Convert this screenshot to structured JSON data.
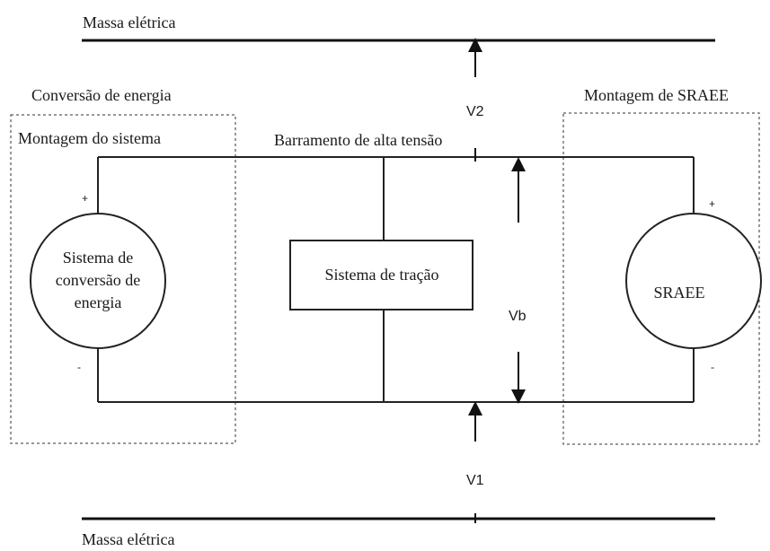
{
  "labels": {
    "ground_top": "Massa elétrica",
    "ground_bottom": "Massa elétrica",
    "conversion_group": "Conversão de energia",
    "system_assembly": "Montagem do sistema",
    "sraee_assembly": "Montagem de SRAEE",
    "hv_bus": "Barramento de alta tensão",
    "v2": "V2",
    "v1": "V1",
    "vb": "Vb",
    "traction_system": "Sistema de tração",
    "conversion_source_lines": [
      "Sistema de",
      "conversão de",
      "energia"
    ],
    "sraee_source": "SRAEE",
    "plus_left": "+",
    "minus_left": "-",
    "plus_right": "+",
    "minus_right": "-"
  }
}
